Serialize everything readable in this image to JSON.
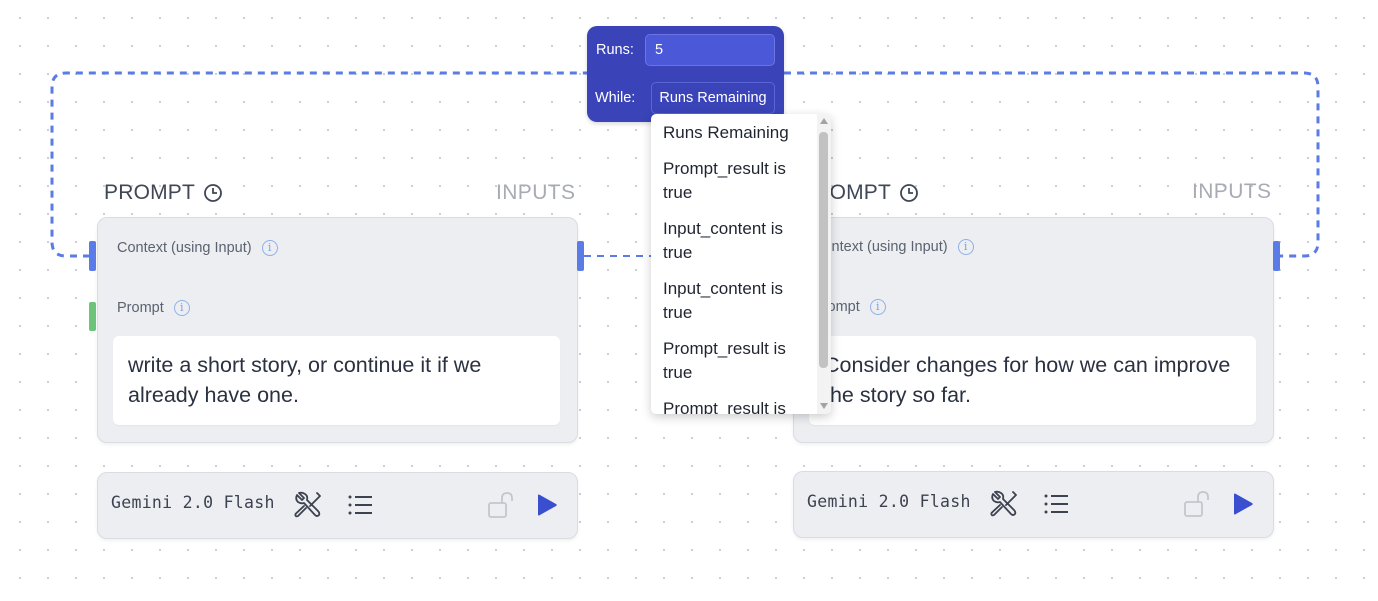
{
  "loop": {
    "runs_label": "Runs:",
    "runs_value": "5",
    "while_label": "While:",
    "while_value": "Runs Remaining",
    "options": [
      "Runs Remaining",
      "Prompt_result is true",
      "Input_content is true",
      "Input_content is true",
      "Prompt_result is true",
      "Prompt_result is"
    ]
  },
  "nodes": [
    {
      "title": "PROMPT",
      "inputs_label": "INPUTS",
      "context_label": "Context (using Input)",
      "prompt_label": "Prompt",
      "prompt_text": "write a short story, or continue it if we already have one.",
      "model": "Gemini 2.0 Flash"
    },
    {
      "title": "PROMPT",
      "inputs_label": "INPUTS",
      "context_label": "Context (using Input)",
      "prompt_label": "Prompt",
      "prompt_text": "Consider changes for how we can improve the story so far.",
      "model": "Gemini 2.0 Flash"
    }
  ],
  "colors": {
    "loop_background": "#3a44b8",
    "connector": "#5b7be6",
    "context_port": "#5b7be6",
    "prompt_port": "#6cc47a",
    "run_button": "#3a4ed0"
  },
  "icons": [
    "clock-icon",
    "info-icon",
    "tools-icon",
    "list-icon",
    "unlock-icon",
    "play-icon"
  ]
}
